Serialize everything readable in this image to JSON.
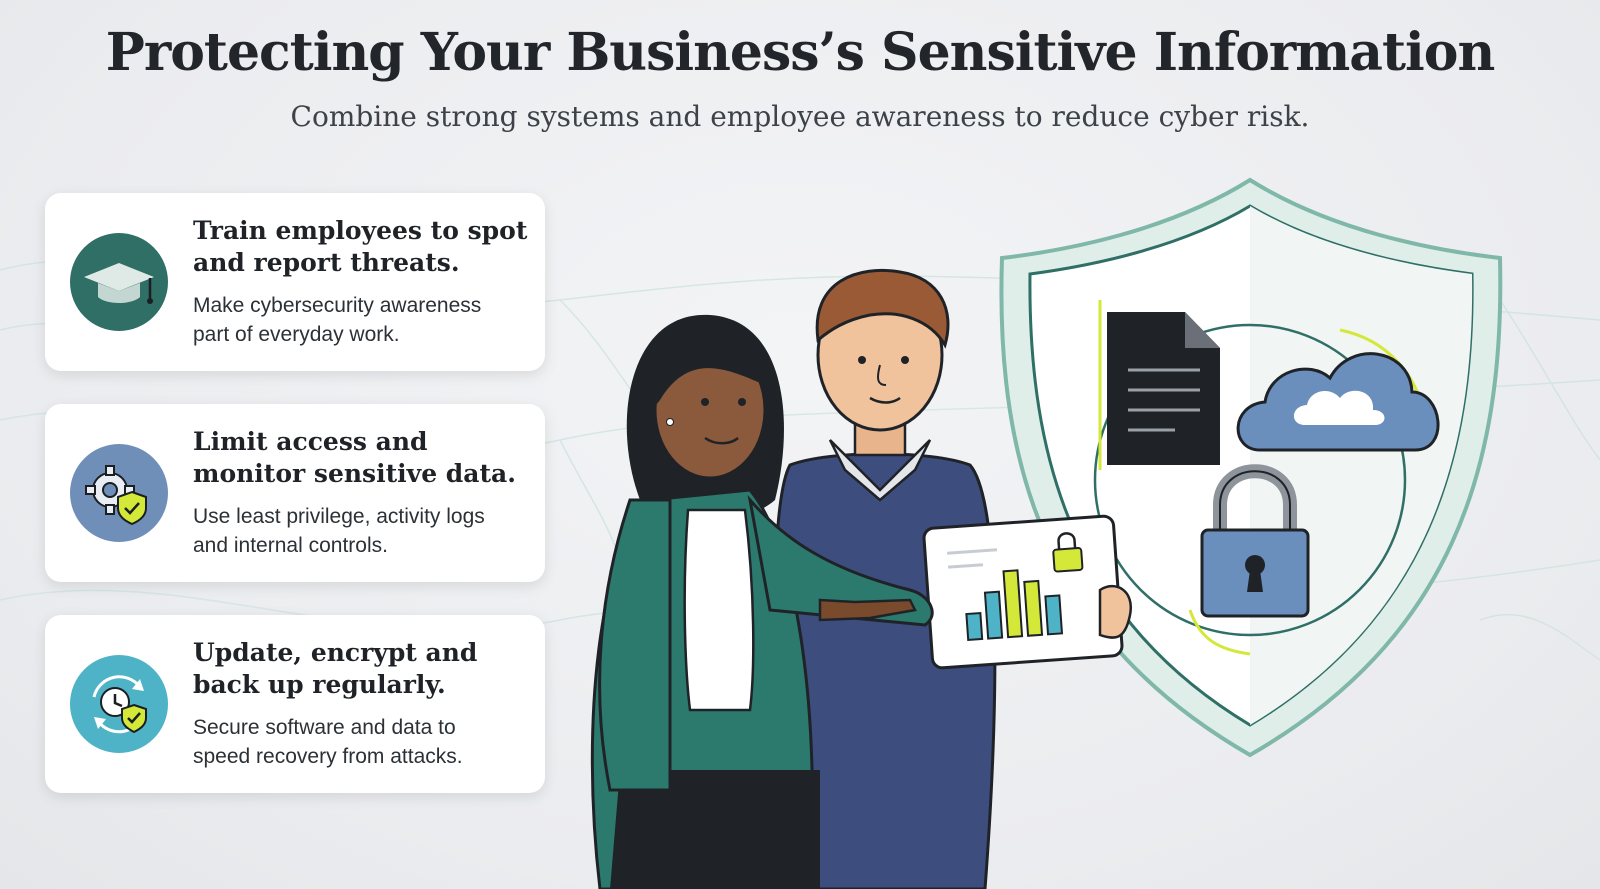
{
  "header": {
    "title": "Protecting Your Business’s Sensitive Information",
    "subtitle": "Combine strong systems and employee awareness to reduce cyber risk."
  },
  "cards": [
    {
      "heading_line1": "Train employees to spot",
      "heading_line2": "and report threats.",
      "text_line1": "Make cybersecurity awareness",
      "text_line2": "part of everyday work.",
      "icon": "graduation-cap-icon",
      "icon_bg": "#2f6f66"
    },
    {
      "heading_line1": "Limit access and",
      "heading_line2": "monitor sensitive data.",
      "text_line1": "Use least privilege, activity logs",
      "text_line2": "and internal controls.",
      "icon": "gear-shield-icon",
      "icon_bg": "#6f8fb8"
    },
    {
      "heading_line1": "Update, encrypt and",
      "heading_line2": "back up regularly.",
      "text_line1": "Secure software and data to",
      "text_line2": "speed recovery from attacks.",
      "icon": "clock-shield-icon",
      "icon_bg": "#4fb3c7"
    }
  ],
  "colors": {
    "accent_teal": "#2f6f66",
    "accent_green": "#d4e83a",
    "shield_outline": "#7fb8a8",
    "navy": "#3d4d7e",
    "blue": "#6b8fbd"
  }
}
